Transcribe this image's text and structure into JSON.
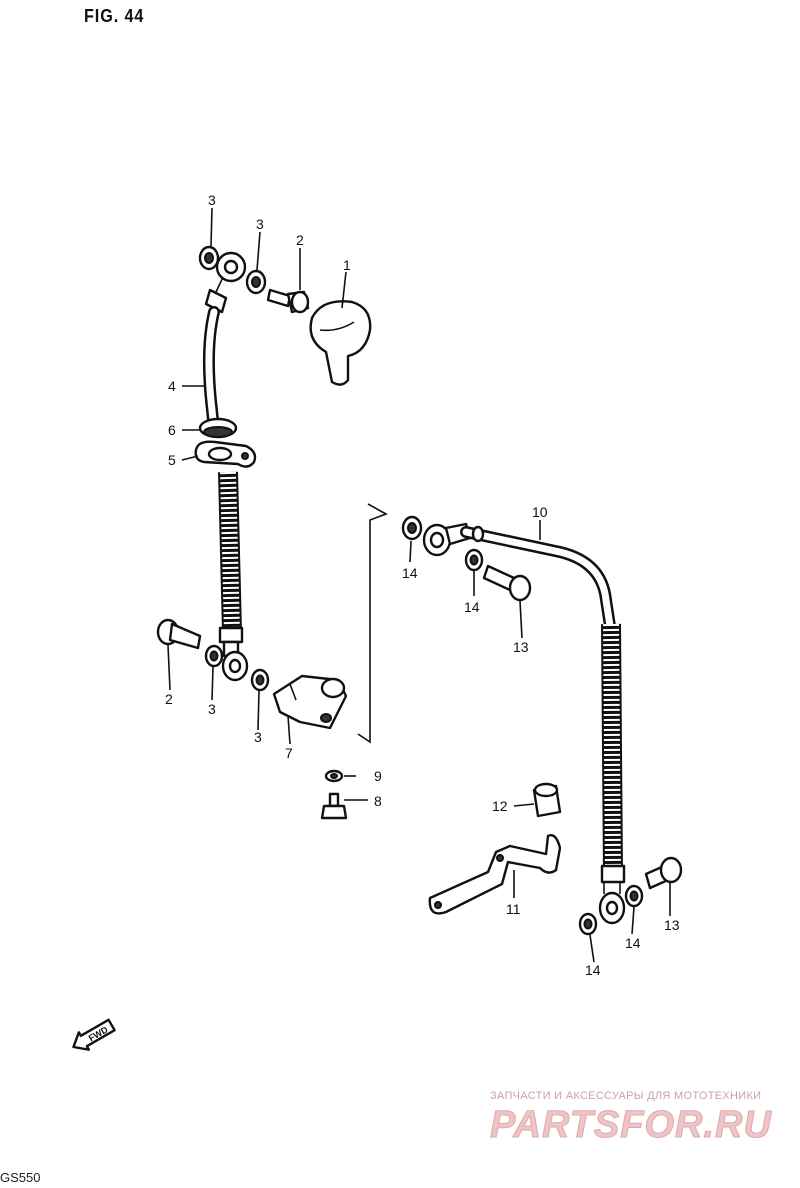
{
  "figure": {
    "title": "FIG. 44",
    "code": "GS550"
  },
  "labels": {
    "l1": "1",
    "l2a": "2",
    "l2b": "2",
    "l3a": "3",
    "l3b": "3",
    "l3c": "3",
    "l3d": "3",
    "l4": "4",
    "l5": "5",
    "l6": "6",
    "l7": "7",
    "l8": "8",
    "l9": "9",
    "l10": "10",
    "l11": "11",
    "l12": "12",
    "l13a": "13",
    "l13b": "13",
    "l14a": "14",
    "l14b": "14",
    "l14c": "14",
    "l14d": "14"
  },
  "fwd_label": "FWD",
  "watermark": {
    "subtitle": "ЗАПЧАСТИ И АКСЕССУАРЫ ДЛЯ МОТОТЕХНИКИ",
    "logo": "PARTSFOR.RU"
  }
}
